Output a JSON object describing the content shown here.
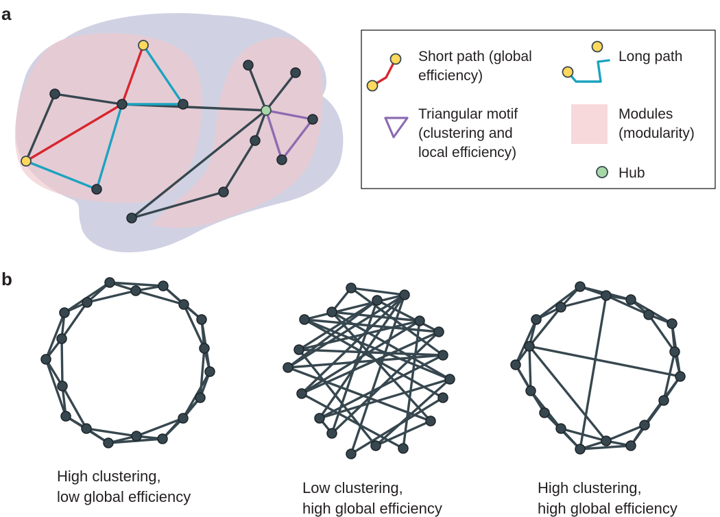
{
  "panels": {
    "a": {
      "label": "a"
    },
    "b": {
      "label": "b"
    }
  },
  "legend": {
    "short_path": [
      "Short path (global",
      "efficiency)"
    ],
    "long_path": [
      "Long path"
    ],
    "triangular_motif": [
      "Triangular motif",
      "(clustering and",
      "local efficiency)"
    ],
    "modules": [
      "Modules",
      "(modularity)"
    ],
    "hub": [
      "Hub"
    ]
  },
  "captions": {
    "left": [
      "High clustering,",
      "low global efficiency"
    ],
    "middle": [
      "Low clustering,",
      "high global efficiency"
    ],
    "right": [
      "High clustering,",
      "high global efficiency"
    ]
  },
  "colors": {
    "short_path": "#d7262e",
    "long_path": "#1ba3c0",
    "triangle": "#8c6bb1",
    "hub": "#a9d8a8",
    "endpoint": "#ffd85c",
    "node": "#37474f",
    "brain": "#c8cade",
    "module": "#f2c9cf"
  }
}
